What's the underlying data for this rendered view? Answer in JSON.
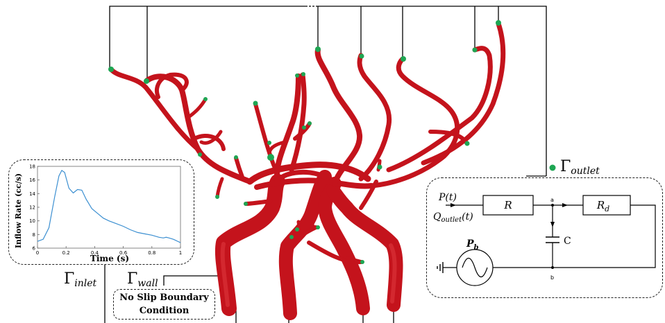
{
  "labels": {
    "outlet_symbol": "Γ",
    "outlet_sub": "outlet",
    "inlet_symbol": "Γ",
    "inlet_sub": "inlet",
    "wall_symbol": "Γ",
    "wall_sub": "wall",
    "noslip_line1": "No Slip Boundary",
    "noslip_line2": "Condition"
  },
  "circuit": {
    "pressure": "P(t)",
    "flow_main": "Q",
    "flow_sub": "outlet",
    "flow_tail": "(t)",
    "resistor_proximal": "R",
    "resistor_distal_main": "R",
    "resistor_distal_sub": "d",
    "capacitor": "C",
    "node_a": "a",
    "node_b": "b",
    "pb_main": "P",
    "pb_sub": "b"
  },
  "colors": {
    "vessel": "#c4131c",
    "outlet_marker": "#1ea653",
    "inflow_line": "#3b8fd1"
  },
  "chart_data": {
    "type": "line",
    "xlabel": "Time (s)",
    "ylabel": "Inflow Rate (cc/s)",
    "xlim": [
      0,
      1
    ],
    "ylim": [
      6,
      18
    ],
    "xticks": [
      "0",
      "0.2",
      "0.4",
      "0.6",
      "0.8",
      "1"
    ],
    "yticks": [
      "6",
      "8",
      "10",
      "12",
      "14",
      "16",
      "18"
    ],
    "grid": false,
    "series": [
      {
        "x": [
          0,
          0.04,
          0.08,
          0.12,
          0.15,
          0.17,
          0.19,
          0.22,
          0.25,
          0.28,
          0.31,
          0.34,
          0.38,
          0.42,
          0.46,
          0.5,
          0.55,
          0.6,
          0.65,
          0.7,
          0.75,
          0.8,
          0.85,
          0.88,
          0.9,
          0.92,
          0.95,
          1.0
        ],
        "y": [
          7.0,
          7.3,
          9.0,
          13.5,
          16.6,
          17.4,
          17.1,
          14.8,
          14.1,
          14.6,
          14.5,
          13.2,
          11.8,
          11.1,
          10.4,
          10.0,
          9.6,
          9.2,
          8.7,
          8.3,
          8.1,
          7.9,
          7.6,
          7.5,
          7.6,
          7.5,
          7.3,
          6.8
        ]
      }
    ]
  }
}
